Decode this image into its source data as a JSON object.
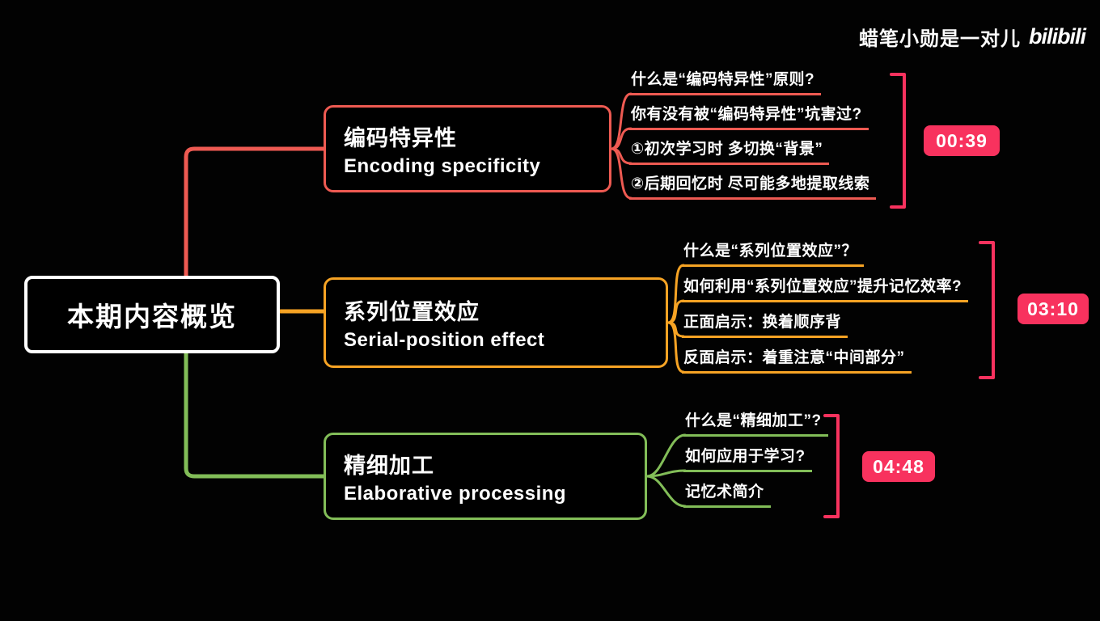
{
  "watermark": {
    "text": "蜡笔小勋是一对儿",
    "logo": "bilibili"
  },
  "root": {
    "label": "本期内容概览"
  },
  "colors": {
    "branch_red": "#ee5a52",
    "branch_orange": "#f6a324",
    "branch_green": "#82bd58",
    "timestamp_pink": "#f8325e",
    "background": "#000000",
    "text": "#ffffff"
  },
  "branches": [
    {
      "title_cn": "编码特异性",
      "title_en": "Encoding specificity",
      "time": "00:39",
      "items": [
        "什么是“编码特异性”原则?",
        "你有没有被“编码特异性”坑害过?",
        "①初次学习时 多切换“背景”",
        "②后期回忆时 尽可能多地提取线索"
      ]
    },
    {
      "title_cn": "系列位置效应",
      "title_en": "Serial-position effect",
      "time": "03:10",
      "items": [
        "什么是“系列位置效应”？",
        "如何利用“系列位置效应”提升记忆效率?",
        "正面启示：换着顺序背",
        "反面启示：着重注意“中间部分”"
      ]
    },
    {
      "title_cn": "精细加工",
      "title_en": "Elaborative processing",
      "time": "04:48",
      "items": [
        "什么是“精细加工”?",
        "如何应用于学习?",
        "记忆术简介"
      ]
    }
  ]
}
